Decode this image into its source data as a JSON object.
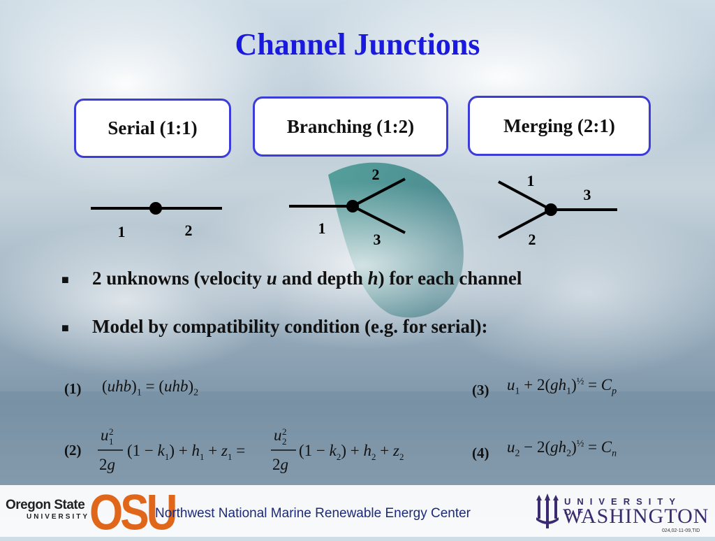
{
  "title": "Channel Junctions",
  "boxes": {
    "serial": "Serial (1:1)",
    "branching": "Branching (1:2)",
    "merging": "Merging (2:1)"
  },
  "diagrams": {
    "serial": {
      "left_label": "1",
      "right_label": "2"
    },
    "branching": {
      "in_label": "1",
      "top_label": "2",
      "bottom_label": "3"
    },
    "merging": {
      "top_label": "1",
      "bottom_label": "2",
      "out_label": "3"
    }
  },
  "bullets": {
    "b1_pre": "2 unknowns (velocity ",
    "b1_u": "u",
    "b1_mid": " and depth ",
    "b1_h": "h",
    "b1_post": ") for each channel",
    "b2": "Model by compatibility condition (e.g. for serial):"
  },
  "equations": {
    "label1": "(1)",
    "label2": "(2)",
    "label3": "(3)",
    "label4": "(4)"
  },
  "footer": {
    "osu_name": "Oregon State",
    "osu_univ": "UNIVERSITY",
    "osu_logo": "OSU",
    "center": "Northwest National Marine Renewable Energy Center",
    "uw_univ": "UNIVERSITY OF",
    "uw_wash": "WASHINGTON",
    "code": "024,02-11-09,TID"
  },
  "colors": {
    "title": "#1a1adf",
    "box_border": "#3c3cd8",
    "osu_orange": "#e0661a",
    "uw_purple": "#3a2a6e"
  }
}
